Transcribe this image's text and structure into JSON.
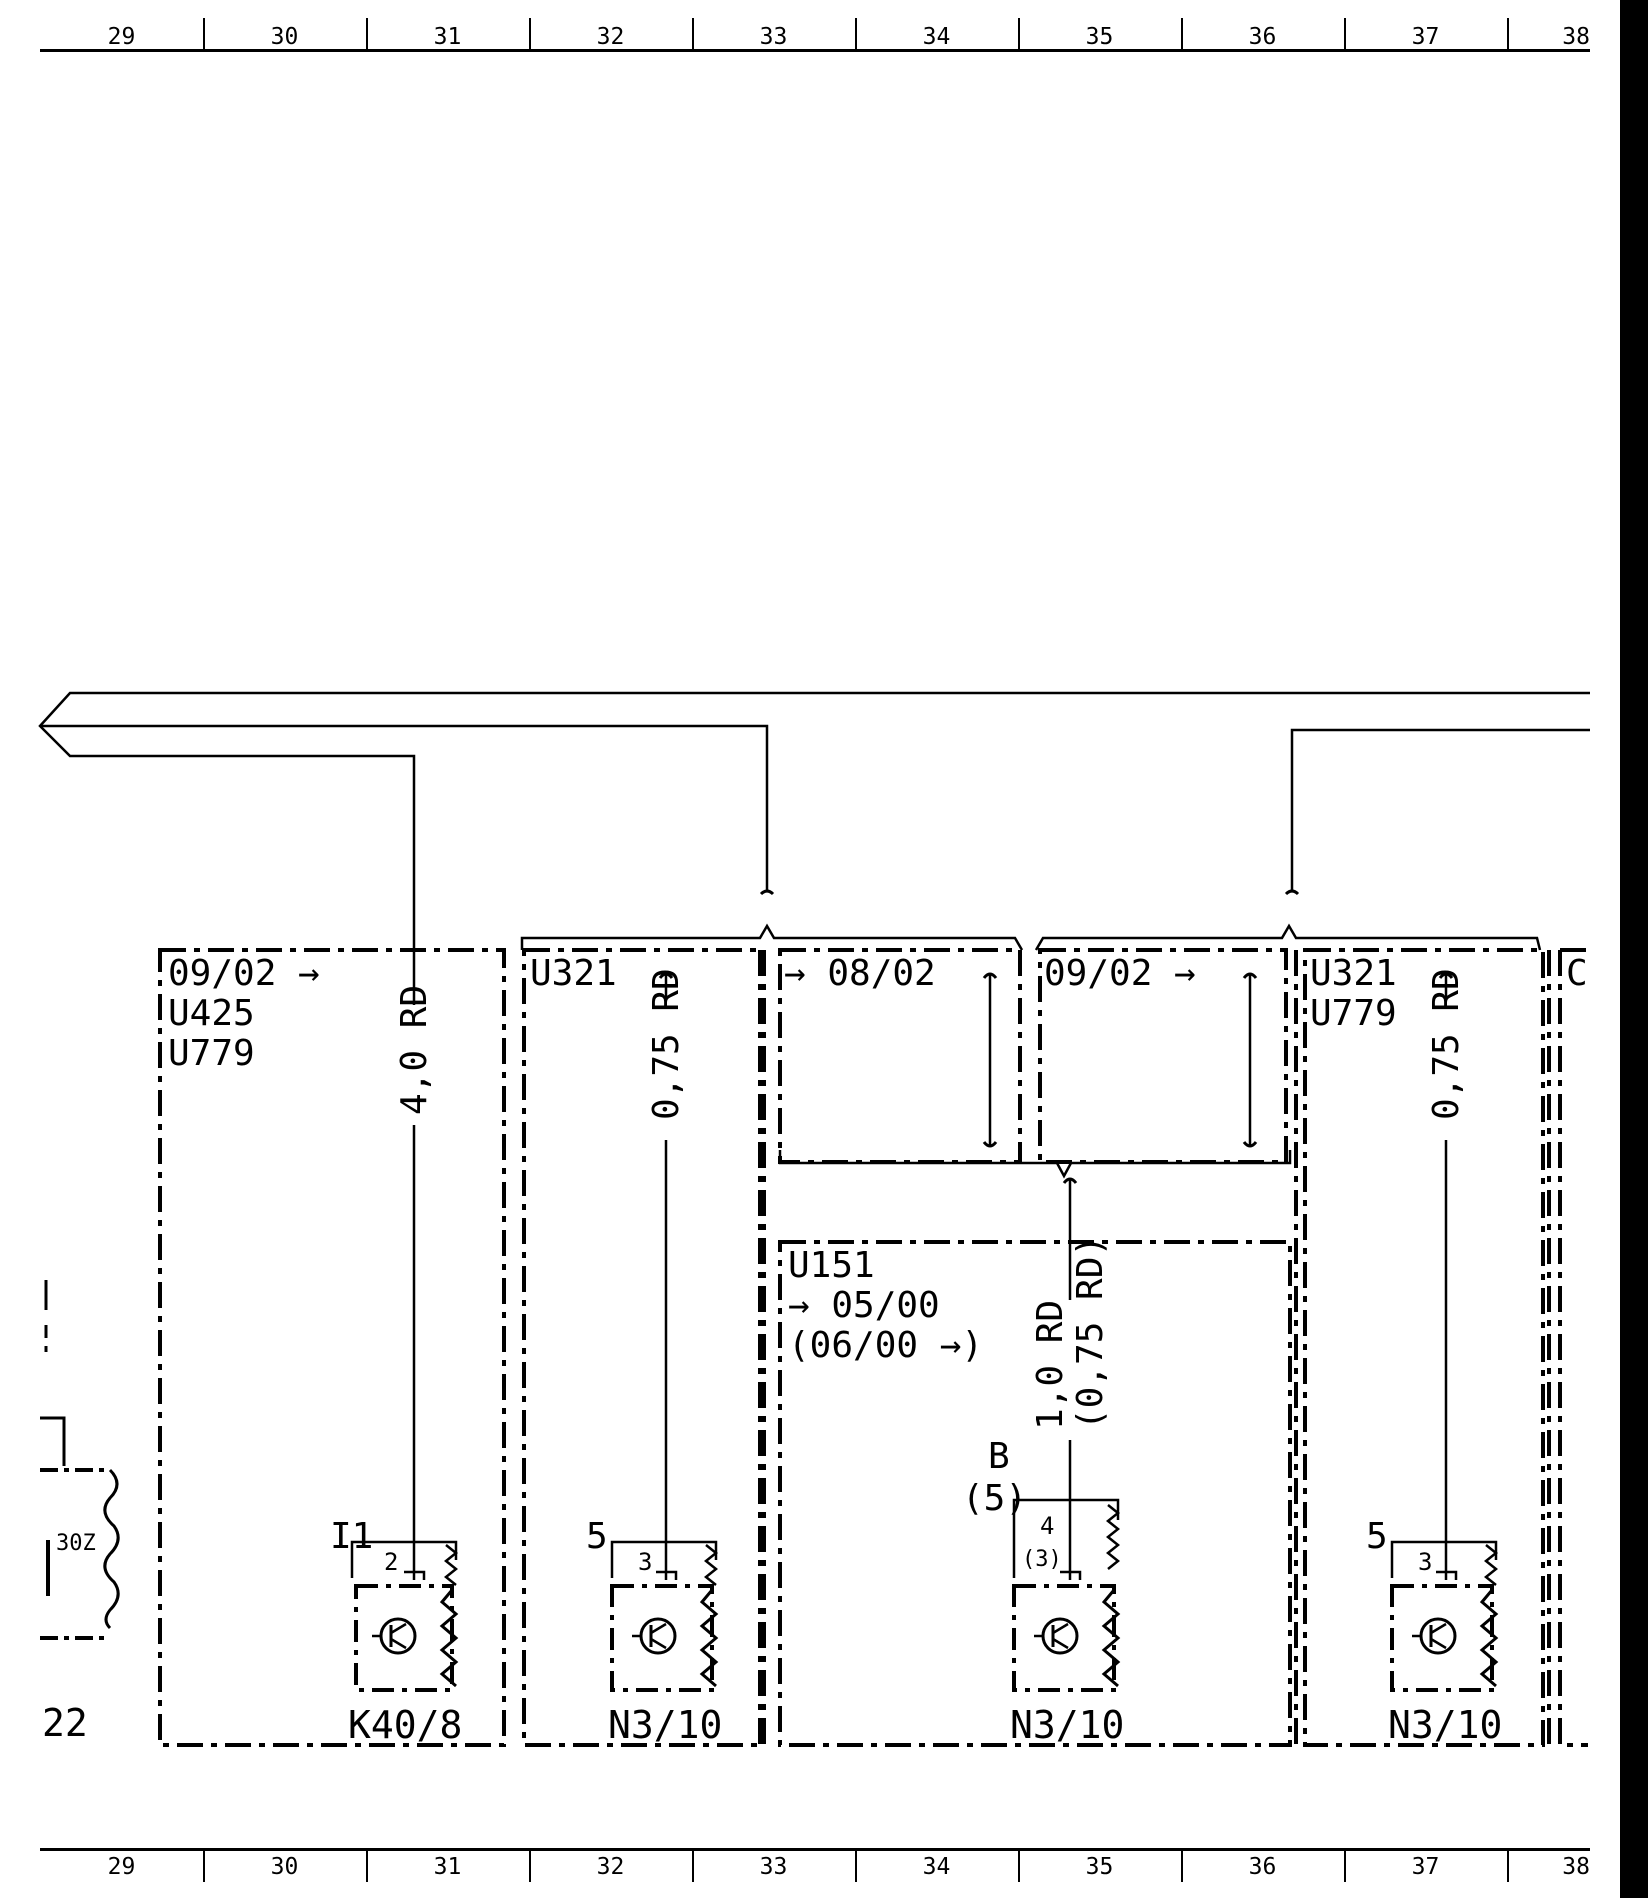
{
  "ruler": {
    "top": [
      "29",
      "30",
      "31",
      "32",
      "33",
      "34",
      "35",
      "36",
      "37",
      "38"
    ],
    "bottom": [
      "29",
      "30",
      "31",
      "32",
      "33",
      "34",
      "35",
      "36",
      "37",
      "38"
    ]
  },
  "variants": {
    "k40": {
      "codes": [
        "09/02 →",
        "U425",
        "U779"
      ]
    },
    "n3a": {
      "codes": [
        "U321"
      ]
    },
    "mid_left": {
      "code": "→ 08/02"
    },
    "mid_right": {
      "code": "09/02 →"
    },
    "u151": {
      "codes": [
        "U151",
        "→ 05/00",
        "(06/00 →)"
      ]
    },
    "n3c": {
      "codes": [
        "U321",
        "U779"
      ]
    },
    "partial": {
      "code": "C"
    }
  },
  "wires": {
    "w1": "4,0 RD",
    "w2": "0,75 RD",
    "w3": "1,0 RD",
    "w3_alt": "(0,75 RD)",
    "w4": "0,75 RD"
  },
  "pins": {
    "k40_conn": "I1",
    "k40_pin": "2",
    "n3a_conn": "5",
    "n3a_pin": "3",
    "n3b_conn": "B",
    "n3b_conn_alt": "(5)",
    "n3b_pin": "4",
    "n3b_pin_alt": "(3)",
    "n3c_conn": "5",
    "n3c_pin": "3"
  },
  "components": {
    "k40": "K40/8",
    "n3a": "N3/10",
    "n3b": "N3/10",
    "n3c": "N3/10"
  },
  "left_edge": {
    "ref": "22",
    "fuse": "30Z"
  }
}
